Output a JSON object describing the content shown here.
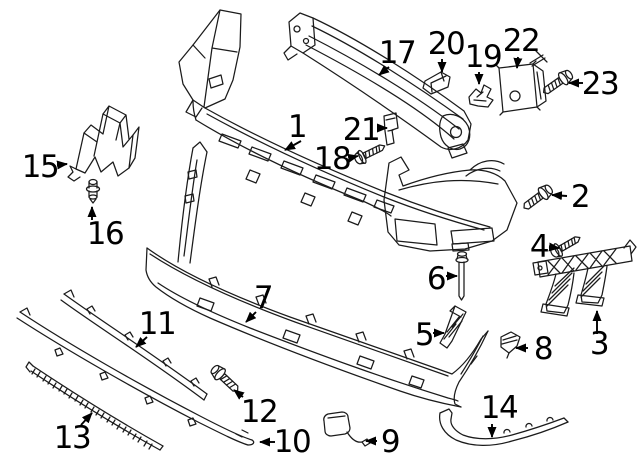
{
  "diagram": {
    "background": "#ffffff",
    "line_color": "#1b1b1b",
    "label_color": "#000000",
    "callouts": [
      {
        "num": "1"
      },
      {
        "num": "2"
      },
      {
        "num": "3"
      },
      {
        "num": "4"
      },
      {
        "num": "5"
      },
      {
        "num": "6"
      },
      {
        "num": "7"
      },
      {
        "num": "8"
      },
      {
        "num": "9"
      },
      {
        "num": "10"
      },
      {
        "num": "11"
      },
      {
        "num": "12"
      },
      {
        "num": "13"
      },
      {
        "num": "14"
      },
      {
        "num": "15"
      },
      {
        "num": "16"
      },
      {
        "num": "17"
      },
      {
        "num": "18"
      },
      {
        "num": "19"
      },
      {
        "num": "20"
      },
      {
        "num": "21"
      },
      {
        "num": "22"
      },
      {
        "num": "23"
      }
    ]
  }
}
